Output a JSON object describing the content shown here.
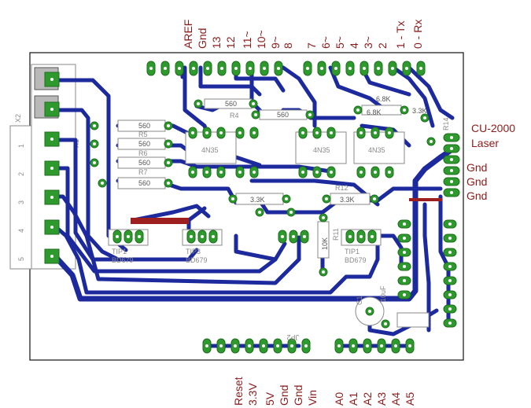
{
  "top_header_labels": [
    "AREF",
    "Gnd",
    "13",
    "12",
    "11~",
    "10~",
    "9~",
    "8",
    "7",
    "6~",
    "5~",
    "4",
    "3~",
    "2",
    "1 - Tx",
    "0 - Rx"
  ],
  "bottom_header_labels": [
    "Reset",
    "3.3V",
    "5V",
    "Gnd",
    "Gnd",
    "Vin",
    "A0",
    "A1",
    "A2",
    "A3",
    "A4",
    "A5"
  ],
  "right_labels": {
    "laser_line1": "CU-2000",
    "laser_line2": "Laser",
    "gnd1": "Gnd",
    "gnd2": "Gnd",
    "gnd3": "Gnd"
  },
  "silkscreen": {
    "x2": "X2",
    "x1": "X1",
    "terminal_numbers": [
      "1",
      "2",
      "3",
      "4",
      "5"
    ],
    "r_values": [
      "560",
      "560",
      "560",
      "560"
    ],
    "r_labels": [
      "R5",
      "R6",
      "R7"
    ],
    "r4_value": "560",
    "r4": "R4",
    "r_top2": "560",
    "k68a": "6.8K",
    "k68b": "6.8K",
    "k33a": "3.3K",
    "k33b": "3.3K",
    "k33c": "3.3K",
    "r12": "R12",
    "r11": "R11",
    "r10k": "10K",
    "r14": "R14",
    "tip_left": "TIP1",
    "bd_left": "BD679",
    "tip_mid": "TIP3",
    "bd_mid": "BD679",
    "tip_right": "TIP1",
    "bd_right": "BD679",
    "c1": "C1",
    "c1_value": "10uF",
    "jp2": "JP2",
    "ic_a": "4N35",
    "ic_b": "4N35",
    "ic_c": "4N35"
  }
}
